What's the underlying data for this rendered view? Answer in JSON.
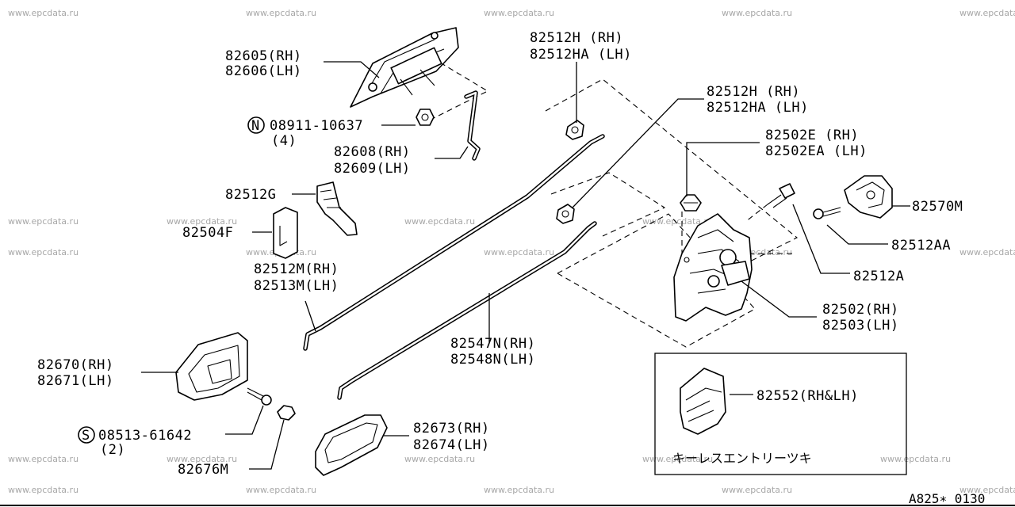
{
  "watermark": "www.epcdata.ru",
  "diagram_code": "A825∗ 0130",
  "keyless_caption": "キーレスエントリーツキ",
  "symbols": {
    "n_mark": "N",
    "s_mark": "S"
  },
  "labels": {
    "p82605": "82605(RH)",
    "p82606": "82606(LH)",
    "p08911": "08911-10637",
    "p08911_qty": "(4)",
    "p82608": "82608(RH)",
    "p82609": "82609(LH)",
    "p82512G": "82512G",
    "p82504F": "82504F",
    "p82512M": "82512M(RH)",
    "p82513M": "82513M(LH)",
    "p82670": "82670(RH)",
    "p82671": "82671(LH)",
    "p08513": "08513-61642",
    "p08513_qty": "(2)",
    "p82676M": "82676M",
    "p82673": "82673(RH)",
    "p82674": "82674(LH)",
    "p82547N": "82547N(RH)",
    "p82548N": "82548N(LH)",
    "p82512H_a": "82512H  (RH)",
    "p82512HA_a": "82512HA (LH)",
    "p82512H_b": "82512H  (RH)",
    "p82512HA_b": "82512HA (LH)",
    "p82502E": "82502E  (RH)",
    "p82502EA": "82502EA (LH)",
    "p82570M": "82570M",
    "p82512AA": "82512AA",
    "p82512A": "82512A",
    "p82502": "82502(RH)",
    "p82503": "82503(LH)",
    "p82552": "82552(RH&LH)"
  }
}
